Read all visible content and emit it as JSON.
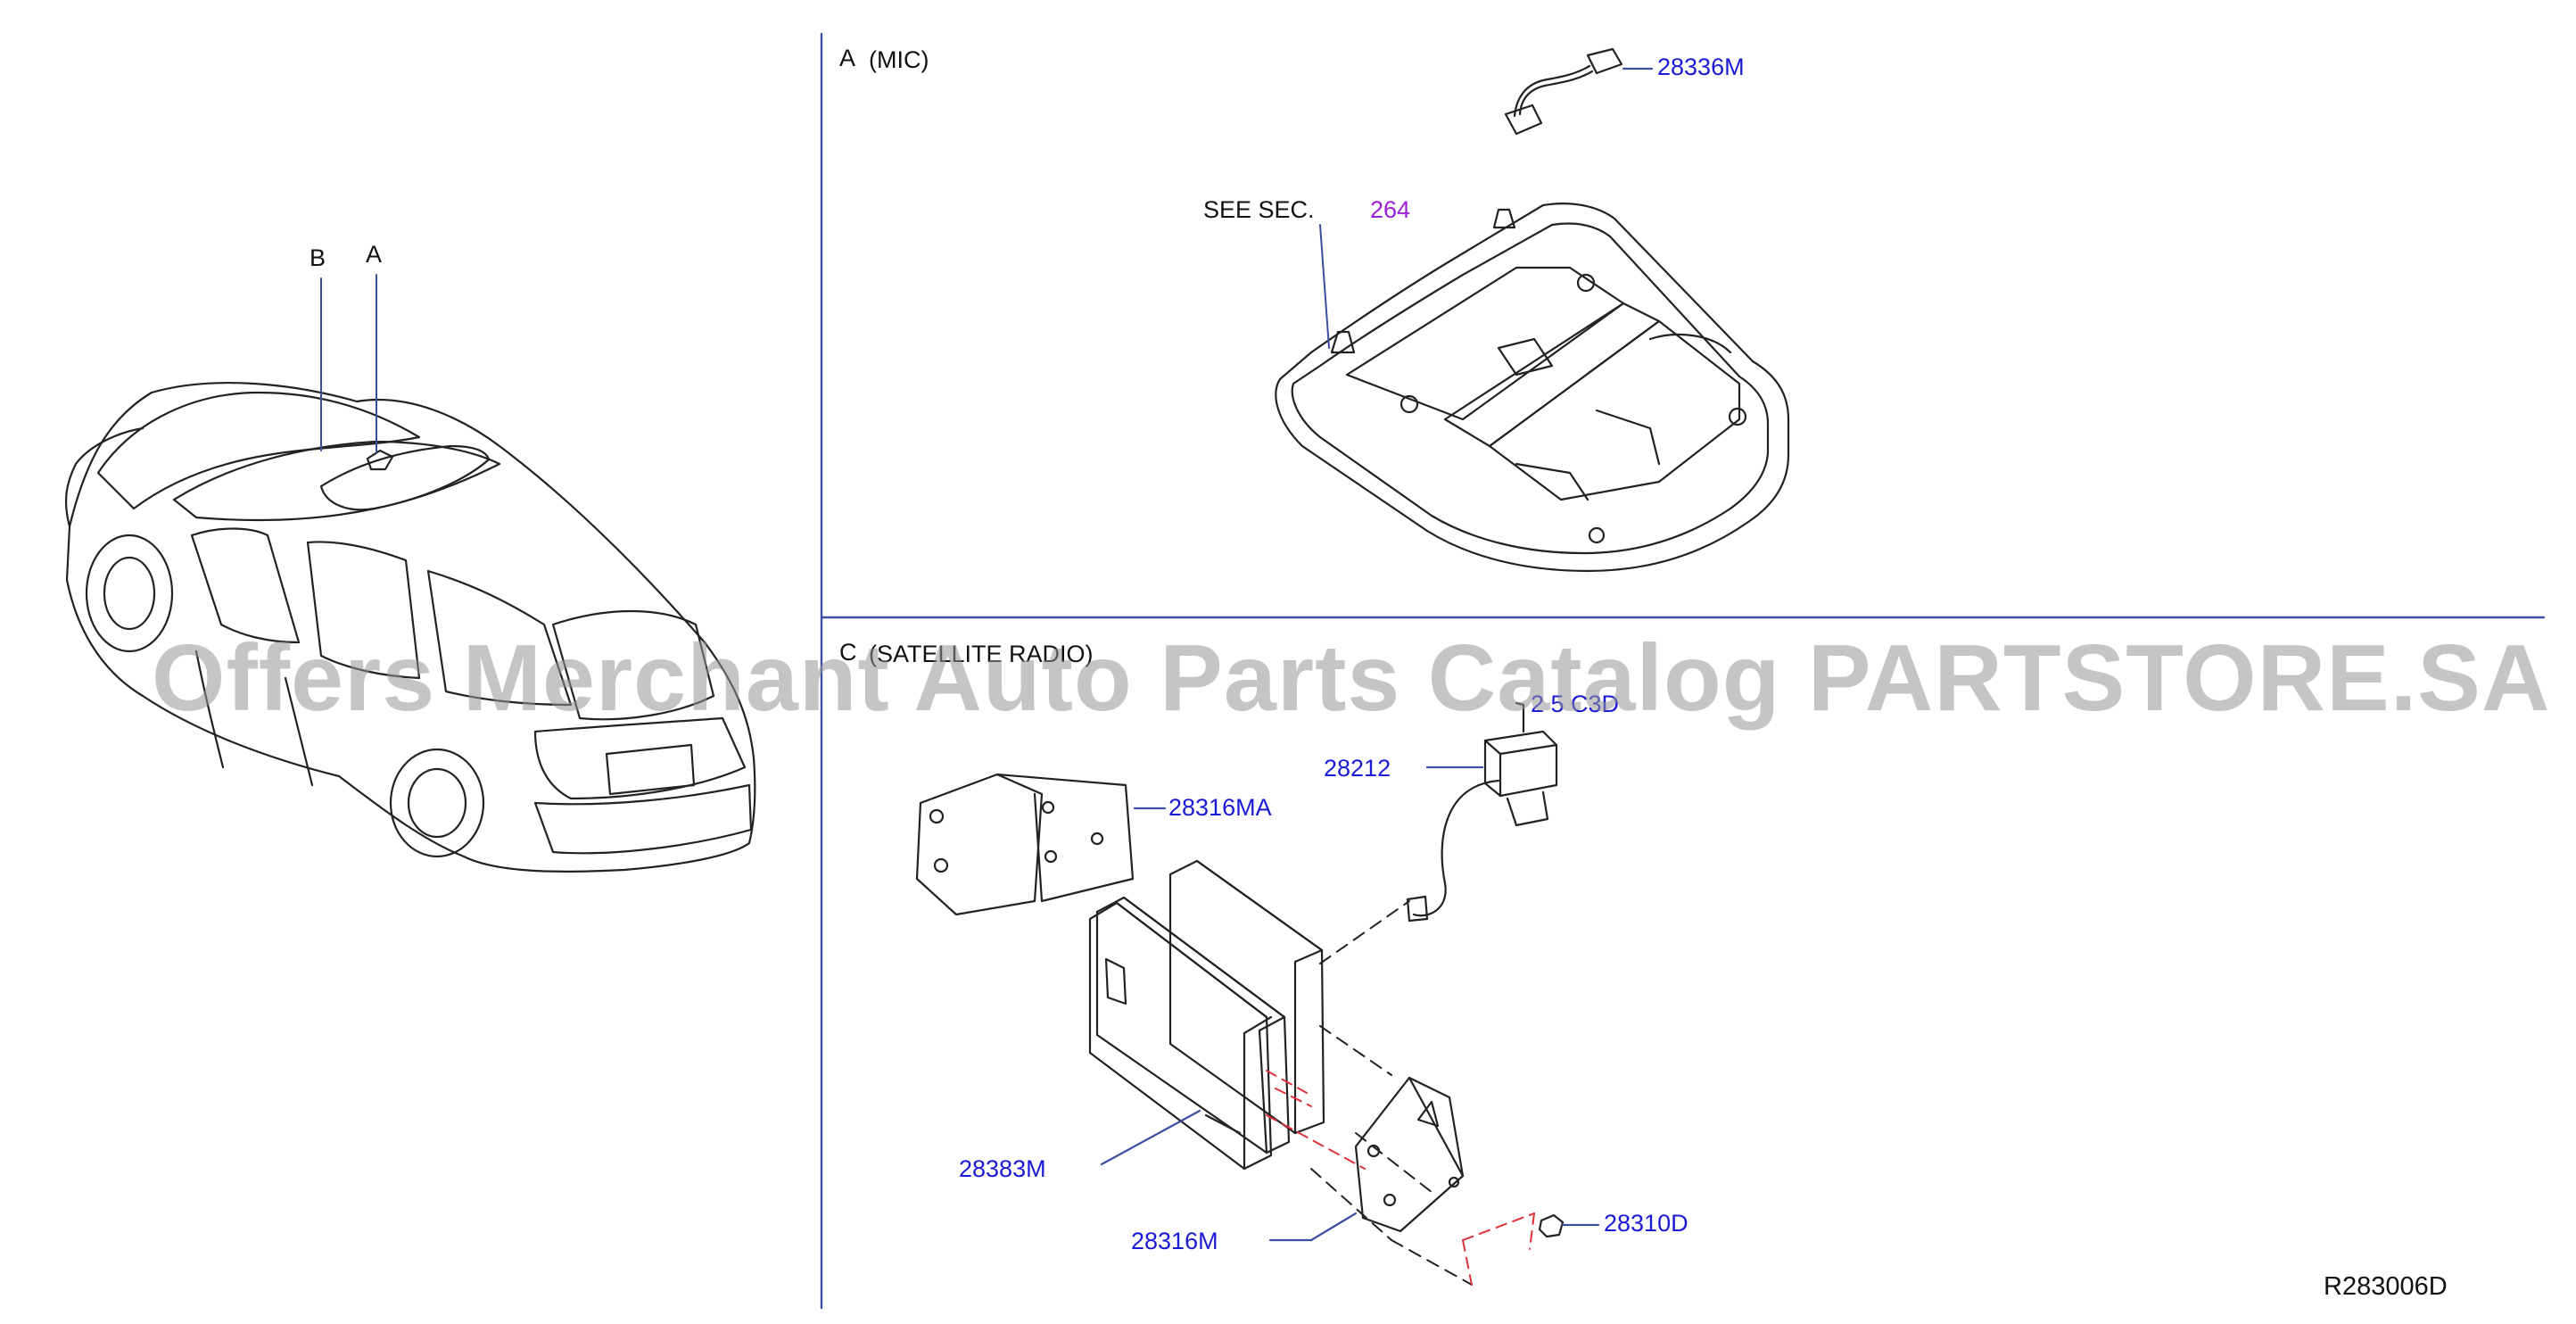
{
  "sections": {
    "a": {
      "letter": "A",
      "name": "(MIC)"
    },
    "c": {
      "letter": "C",
      "name": "(SATELLITE  RADIO)"
    }
  },
  "car_callouts": {
    "a": "A",
    "b": "B"
  },
  "see_sec": {
    "text": "SEE   SEC.",
    "number": "264"
  },
  "parts": {
    "p28336M": "28336M",
    "p28212": "28212",
    "p28316MA": "28316MA",
    "p28383M": "28383M",
    "p28316M": "28316M",
    "p28310D": "28310D",
    "p_partial": "2 5  C3D"
  },
  "diagram_code": "R283006D",
  "watermark": "Offers Merchant Auto Parts Catalog PARTSTORE.SA",
  "colors": {
    "part_label": "#1a1ad6",
    "sec_number": "#9b1fd6",
    "divider": "#3b4fa0",
    "dashed": "#e0303a"
  }
}
